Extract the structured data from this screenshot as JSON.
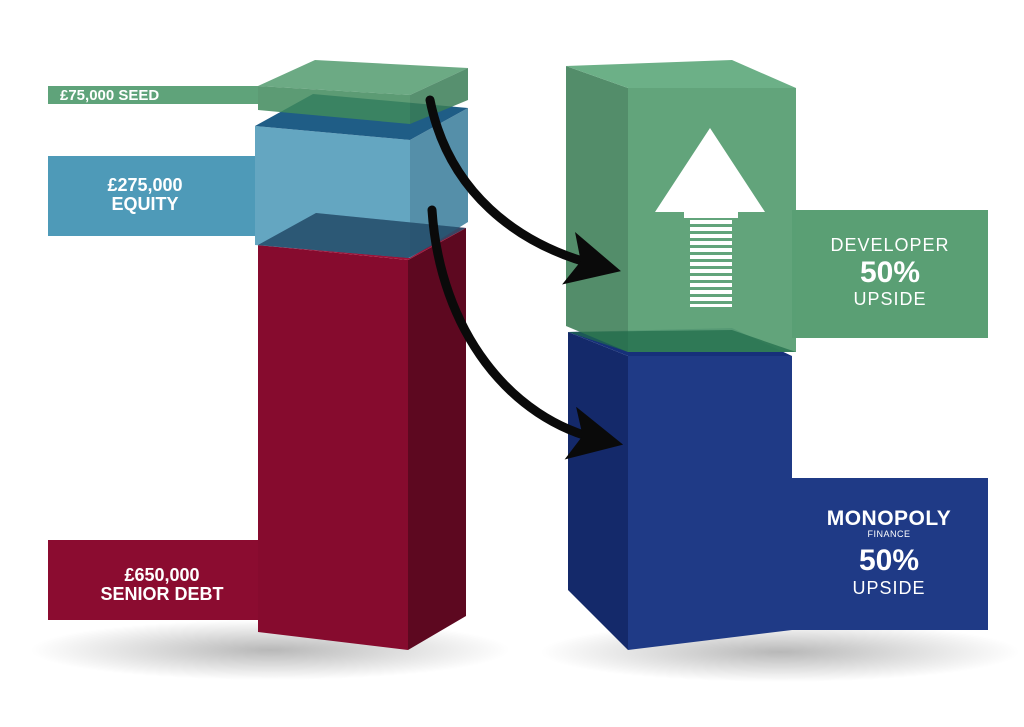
{
  "left_stack": {
    "seed": {
      "amount": "£75,000",
      "label": "SEED",
      "color": "#5fa37a"
    },
    "equity": {
      "amount": "£275,000",
      "label": "EQUITY",
      "color": "#4e9ab8"
    },
    "debt": {
      "amount": "£650,000",
      "label": "SENIOR DEBT",
      "color": "#8b0c30"
    }
  },
  "right_stack": {
    "developer": {
      "name": "DEVELOPER",
      "percent": "50%",
      "label": "UPSIDE",
      "color": "#5a9f74"
    },
    "monopoly": {
      "brand": "MONOPOLY",
      "brand_sub": "FINANCE",
      "percent": "50%",
      "label": "UPSIDE",
      "color": "#1f3a86"
    }
  },
  "icons": {
    "arrow_up": "upward-arrow-icon",
    "curved_arrows": "curved-arrow-icon"
  }
}
